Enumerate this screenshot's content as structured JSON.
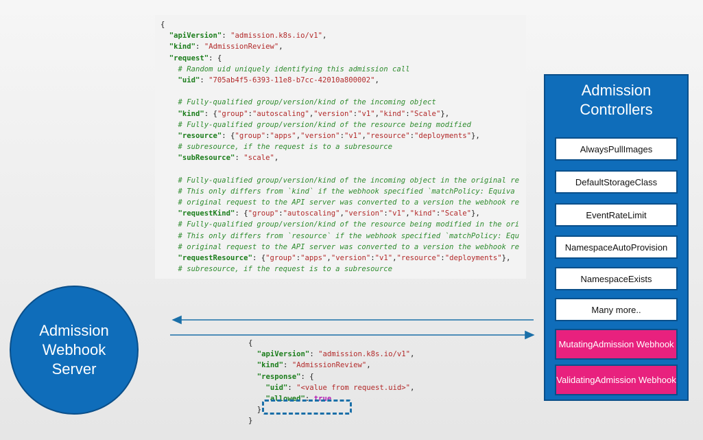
{
  "request_code": [
    [
      [
        "p",
        "{"
      ]
    ],
    [
      [
        "p",
        "  "
      ],
      [
        "k",
        "\"apiVersion\""
      ],
      [
        "p",
        ": "
      ],
      [
        "s",
        "\"admission.k8s.io/v1\""
      ],
      [
        "p",
        ","
      ]
    ],
    [
      [
        "p",
        "  "
      ],
      [
        "k",
        "\"kind\""
      ],
      [
        "p",
        ": "
      ],
      [
        "s",
        "\"AdmissionReview\""
      ],
      [
        "p",
        ","
      ]
    ],
    [
      [
        "p",
        "  "
      ],
      [
        "k",
        "\"request\""
      ],
      [
        "p",
        ": {"
      ]
    ],
    [
      [
        "c",
        "    # Random uid uniquely identifying this admission call"
      ]
    ],
    [
      [
        "p",
        "    "
      ],
      [
        "k",
        "\"uid\""
      ],
      [
        "p",
        ": "
      ],
      [
        "s",
        "\"705ab4f5-6393-11e8-b7cc-42010a800002\""
      ],
      [
        "p",
        ","
      ]
    ],
    [
      [
        "p",
        ""
      ]
    ],
    [
      [
        "c",
        "    # Fully-qualified group/version/kind of the incoming object"
      ]
    ],
    [
      [
        "p",
        "    "
      ],
      [
        "k",
        "\"kind\""
      ],
      [
        "p",
        ": {"
      ],
      [
        "s",
        "\"group\""
      ],
      [
        "p",
        ":"
      ],
      [
        "s",
        "\"autoscaling\""
      ],
      [
        "p",
        ","
      ],
      [
        "s",
        "\"version\""
      ],
      [
        "p",
        ":"
      ],
      [
        "s",
        "\"v1\""
      ],
      [
        "p",
        ","
      ],
      [
        "s",
        "\"kind\""
      ],
      [
        "p",
        ":"
      ],
      [
        "s",
        "\"Scale\""
      ],
      [
        "p",
        "},"
      ]
    ],
    [
      [
        "c",
        "    # Fully-qualified group/version/kind of the resource being modified"
      ]
    ],
    [
      [
        "p",
        "    "
      ],
      [
        "k",
        "\"resource\""
      ],
      [
        "p",
        ": {"
      ],
      [
        "s",
        "\"group\""
      ],
      [
        "p",
        ":"
      ],
      [
        "s",
        "\"apps\""
      ],
      [
        "p",
        ","
      ],
      [
        "s",
        "\"version\""
      ],
      [
        "p",
        ":"
      ],
      [
        "s",
        "\"v1\""
      ],
      [
        "p",
        ","
      ],
      [
        "s",
        "\"resource\""
      ],
      [
        "p",
        ":"
      ],
      [
        "s",
        "\"deployments\""
      ],
      [
        "p",
        "},"
      ]
    ],
    [
      [
        "c",
        "    # subresource, if the request is to a subresource"
      ]
    ],
    [
      [
        "p",
        "    "
      ],
      [
        "k",
        "\"subResource\""
      ],
      [
        "p",
        ": "
      ],
      [
        "s",
        "\"scale\""
      ],
      [
        "p",
        ","
      ]
    ],
    [
      [
        "p",
        ""
      ]
    ],
    [
      [
        "c",
        "    # Fully-qualified group/version/kind of the incoming object in the original re"
      ]
    ],
    [
      [
        "c",
        "    # This only differs from `kind` if the webhook specified `matchPolicy: Equiva"
      ]
    ],
    [
      [
        "c",
        "    # original request to the API server was converted to a version the webhook re"
      ]
    ],
    [
      [
        "p",
        "    "
      ],
      [
        "k",
        "\"requestKind\""
      ],
      [
        "p",
        ": {"
      ],
      [
        "s",
        "\"group\""
      ],
      [
        "p",
        ":"
      ],
      [
        "s",
        "\"autoscaling\""
      ],
      [
        "p",
        ","
      ],
      [
        "s",
        "\"version\""
      ],
      [
        "p",
        ":"
      ],
      [
        "s",
        "\"v1\""
      ],
      [
        "p",
        ","
      ],
      [
        "s",
        "\"kind\""
      ],
      [
        "p",
        ":"
      ],
      [
        "s",
        "\"Scale\""
      ],
      [
        "p",
        "},"
      ]
    ],
    [
      [
        "c",
        "    # Fully-qualified group/version/kind of the resource being modified in the ori"
      ]
    ],
    [
      [
        "c",
        "    # This only differs from `resource` if the webhook specified `matchPolicy: Equ"
      ]
    ],
    [
      [
        "c",
        "    # original request to the API server was converted to a version the webhook re"
      ]
    ],
    [
      [
        "p",
        "    "
      ],
      [
        "k",
        "\"requestResource\""
      ],
      [
        "p",
        ": {"
      ],
      [
        "s",
        "\"group\""
      ],
      [
        "p",
        ":"
      ],
      [
        "s",
        "\"apps\""
      ],
      [
        "p",
        ","
      ],
      [
        "s",
        "\"version\""
      ],
      [
        "p",
        ":"
      ],
      [
        "s",
        "\"v1\""
      ],
      [
        "p",
        ","
      ],
      [
        "s",
        "\"resource\""
      ],
      [
        "p",
        ":"
      ],
      [
        "s",
        "\"deployments\""
      ],
      [
        "p",
        "},"
      ]
    ],
    [
      [
        "c",
        "    # subresource, if the request is to a subresource"
      ]
    ]
  ],
  "response_code": [
    [
      [
        "p",
        "{"
      ]
    ],
    [
      [
        "p",
        "  "
      ],
      [
        "k",
        "\"apiVersion\""
      ],
      [
        "p",
        ": "
      ],
      [
        "s",
        "\"admission.k8s.io/v1\""
      ],
      [
        "p",
        ","
      ]
    ],
    [
      [
        "p",
        "  "
      ],
      [
        "k",
        "\"kind\""
      ],
      [
        "p",
        ": "
      ],
      [
        "s",
        "\"AdmissionReview\""
      ],
      [
        "p",
        ","
      ]
    ],
    [
      [
        "p",
        "  "
      ],
      [
        "k",
        "\"response\""
      ],
      [
        "p",
        ": {"
      ]
    ],
    [
      [
        "p",
        "    "
      ],
      [
        "k",
        "\"uid\""
      ],
      [
        "p",
        ": "
      ],
      [
        "s",
        "\"<value from request.uid>\""
      ],
      [
        "p",
        ","
      ]
    ],
    [
      [
        "p",
        "    "
      ],
      [
        "k",
        "\"allowed\""
      ],
      [
        "p",
        ": "
      ],
      [
        "b",
        "true"
      ]
    ],
    [
      [
        "p",
        "  }"
      ]
    ],
    [
      [
        "p",
        "}"
      ]
    ]
  ],
  "webhook_server": {
    "line1": "Admission",
    "line2": "Webhook",
    "line3": "Server"
  },
  "controllers": {
    "title_line1": "Admission",
    "title_line2": "Controllers",
    "items": [
      {
        "label": "AlwaysPullImages",
        "highlight": false
      },
      {
        "label": "DefaultStorageClass",
        "highlight": false
      },
      {
        "label": "EventRateLimit",
        "highlight": false
      },
      {
        "label": "NamespaceAutoProvision",
        "highlight": false
      },
      {
        "label": "NamespaceExists",
        "highlight": false
      },
      {
        "label": "Many more..",
        "highlight": false
      },
      {
        "label": "MutatingAdmission Webhook",
        "highlight": true
      },
      {
        "label": "ValidatingAdmission Webhook",
        "highlight": true
      }
    ]
  },
  "colors": {
    "server_blue": "#0f6dba",
    "webhook_pink": "#e8217e",
    "arrow_blue": "#1a6fa8",
    "code_key": "#1b7d1b",
    "code_string": "#b22a2a",
    "code_comment": "#2e8b2e",
    "code_bool": "#b21bb2"
  }
}
